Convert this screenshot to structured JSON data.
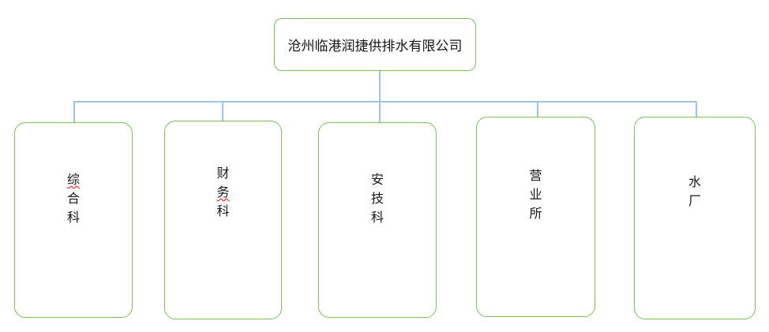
{
  "diagram": {
    "type": "org-chart",
    "title_box": {
      "label": "沧州临港润捷供排水有限公司"
    },
    "departments": [
      {
        "name": "综合科",
        "chars": [
          "综",
          "合",
          "科"
        ],
        "spellcheck_marked_chars": [
          "综"
        ]
      },
      {
        "name": "财务科",
        "chars": [
          "财",
          "务",
          "科"
        ],
        "spellcheck_marked_chars": [
          "务"
        ]
      },
      {
        "name": "安技科",
        "chars": [
          "安",
          "技",
          "科"
        ],
        "spellcheck_marked_chars": []
      },
      {
        "name": "营业所",
        "chars": [
          "营",
          "业",
          "所"
        ],
        "spellcheck_marked_chars": []
      },
      {
        "name": "水厂",
        "chars": [
          "水",
          "厂"
        ],
        "spellcheck_marked_chars": []
      }
    ],
    "colors": {
      "box_border": "#7CBE58",
      "connector": "#9DC3E6",
      "text": "#151515",
      "spellcheck_underline": "#FF0000",
      "background": "#FFFFFF"
    }
  }
}
